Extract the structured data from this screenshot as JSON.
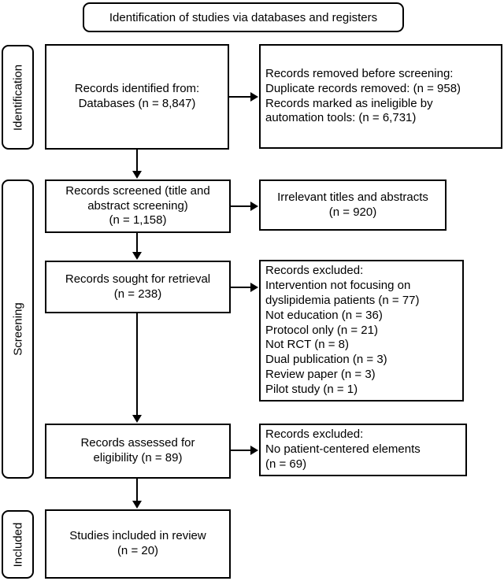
{
  "diagram": {
    "title": "Identification of studies via databases and registers",
    "stages": [
      {
        "id": "identification",
        "label": "Identification"
      },
      {
        "id": "screening",
        "label": "Screening"
      },
      {
        "id": "included",
        "label": "Included"
      }
    ],
    "nodes": {
      "records_identified": {
        "label": "Records identified from:\nDatabases (n = 8,847)",
        "count": 8847
      },
      "records_removed": {
        "label": "Records removed before screening:\n    Duplicate records removed: (n = 958)\n    Records marked as ineligible by\n    automation tools: (n = 6,731)",
        "heading": "Records removed before screening:",
        "items": [
          {
            "reason": "Duplicate records removed:",
            "count": 958
          },
          {
            "reason": "Records marked as ineligible by automation tools:",
            "count": 6731
          }
        ]
      },
      "records_screened": {
        "label": "Records screened (title and\nabstract screening)\n(n = 1,158)",
        "count": 1158
      },
      "irrelevant_records": {
        "label": "Irrelevant titles and abstracts\n(n = 920)",
        "count": 920
      },
      "records_sought": {
        "label": "Records sought for retrieval\n(n = 238)",
        "count": 238
      },
      "records_excluded_retrieval": {
        "label": "Records excluded:\n    Intervention not focusing on\n    dyslipidemia patients (n = 77)\n    Not education (n = 36)\n    Protocol only (n = 21)\n    Not RCT (n = 8)\n    Dual publication (n = 3)\n    Review paper (n = 3)\n    Pilot study (n = 1)",
        "heading": "Records excluded:",
        "items": [
          {
            "reason": "Intervention not focusing on dyslipidemia patients",
            "count": 77
          },
          {
            "reason": "Not education",
            "count": 36
          },
          {
            "reason": "Protocol only",
            "count": 21
          },
          {
            "reason": "Not RCT",
            "count": 8
          },
          {
            "reason": "Dual publication",
            "count": 3
          },
          {
            "reason": "Review paper",
            "count": 3
          },
          {
            "reason": "Pilot study",
            "count": 1
          }
        ]
      },
      "records_assessed": {
        "label": "Records assessed for\neligibility (n = 89)",
        "count": 89
      },
      "records_excluded_eligibility": {
        "label": "Records excluded:\n    No patient-centered elements\n(n = 69)",
        "heading": "Records excluded:",
        "items": [
          {
            "reason": "No patient-centered elements",
            "count": 69
          }
        ]
      },
      "studies_included": {
        "label": "Studies included in review\n(n = 20)",
        "count": 20
      }
    }
  }
}
